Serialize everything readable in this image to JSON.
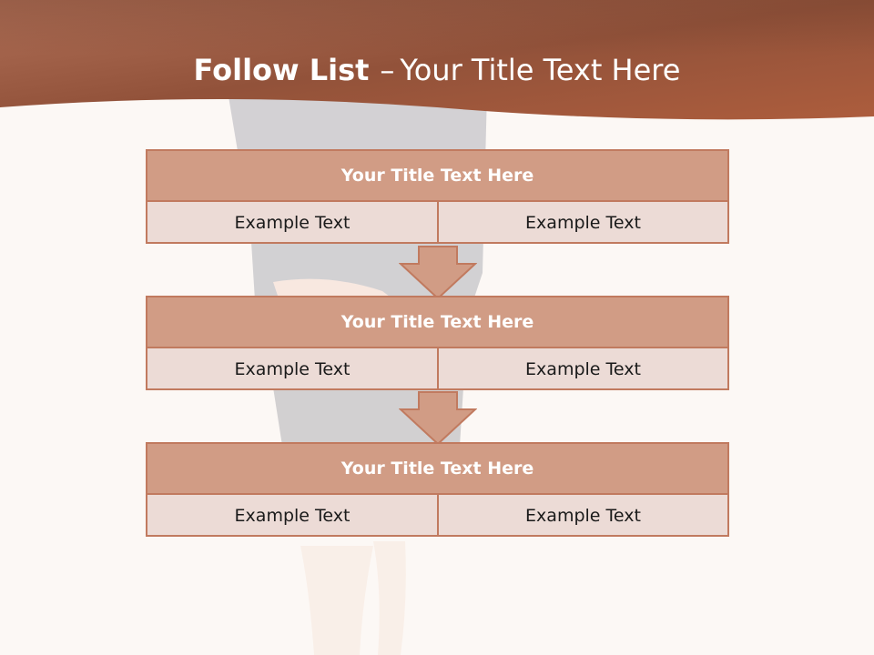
{
  "title": {
    "bold": "Follow List",
    "dash": "–",
    "rest": "Your Title Text Here"
  },
  "blocks": [
    {
      "title": "Your Title Text Here",
      "cells": [
        "Example Text",
        "Example Text"
      ]
    },
    {
      "title": "Your Title Text Here",
      "cells": [
        "Example Text",
        "Example Text"
      ]
    },
    {
      "title": "Your Title Text Here",
      "cells": [
        "Example Text",
        "Example Text"
      ]
    }
  ],
  "colors": {
    "header_brown": "#a65a3c",
    "box_title_fill": "#d19c85",
    "box_cell_fill": "#ecdbd6",
    "border": "#c17a5f",
    "background": "#fcf8f5"
  }
}
